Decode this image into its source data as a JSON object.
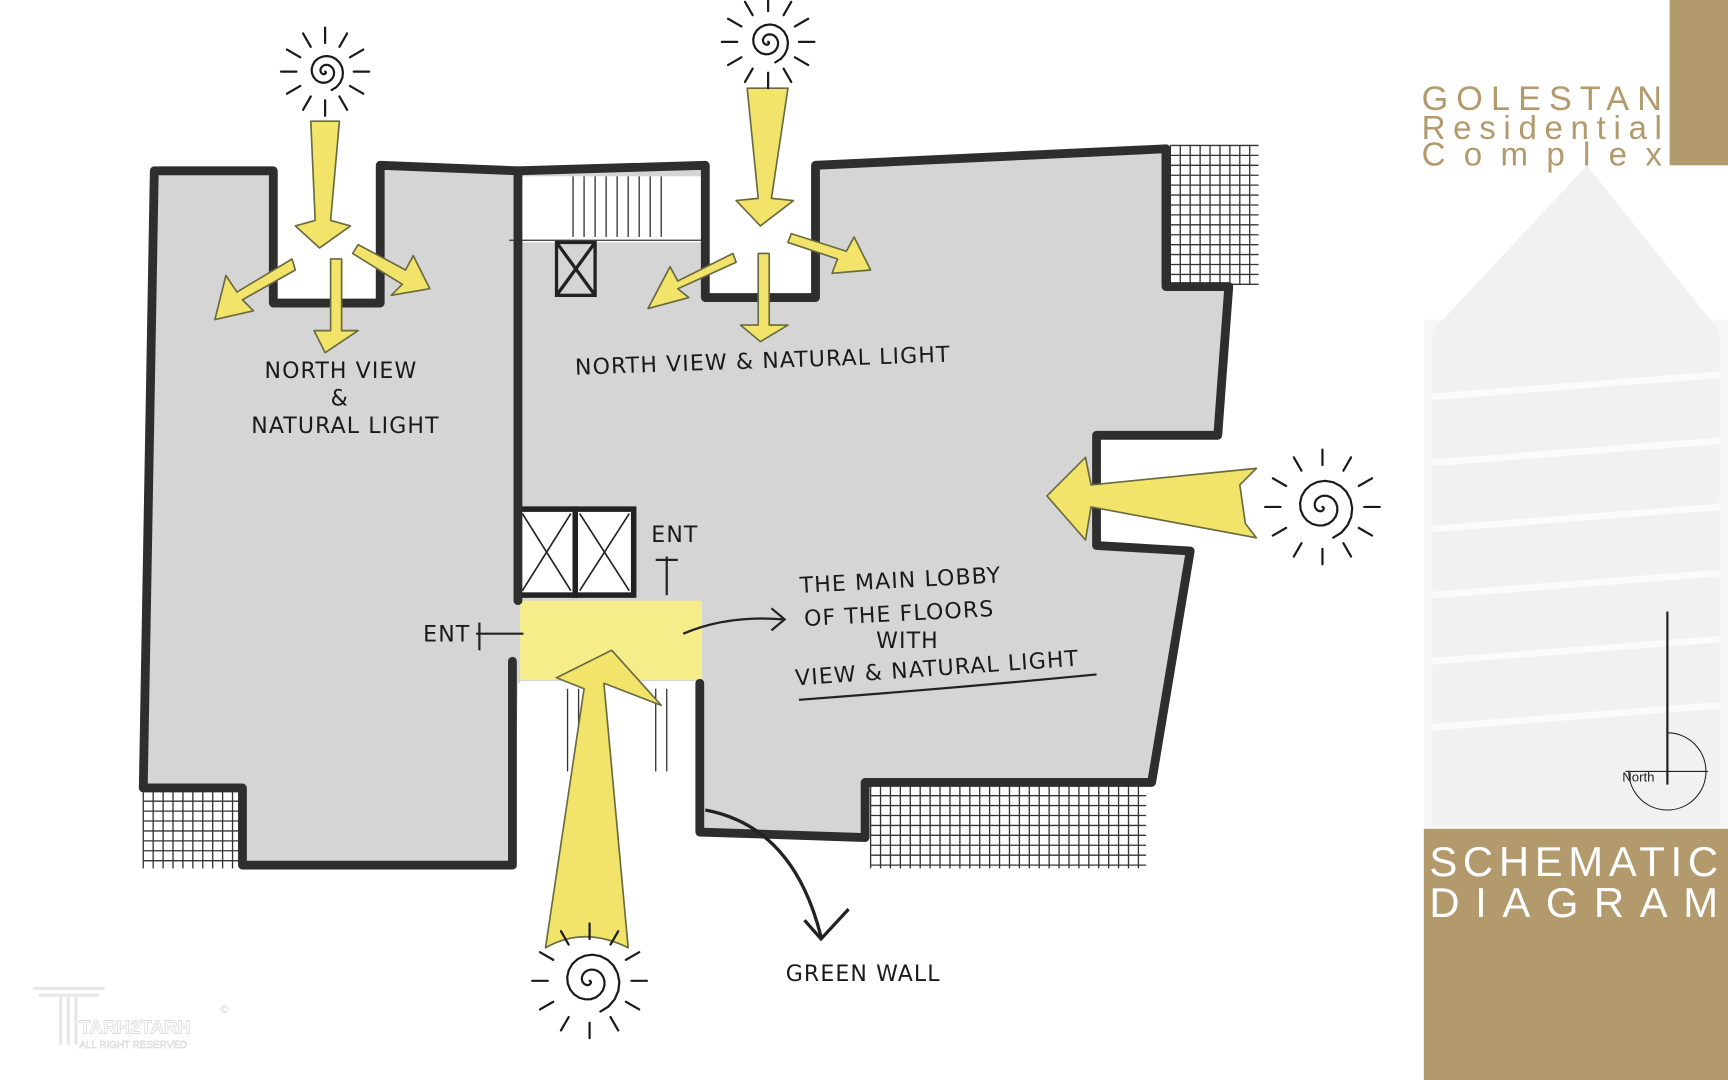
{
  "header": {
    "title_line1": "GOLESTAN",
    "title_line2": "Residential",
    "title_line3": "Complex"
  },
  "footer": {
    "label_line1": "SCHEMATIC",
    "label_line2": "DIAGRAM"
  },
  "north_label": "North",
  "annotations": {
    "left_wing_line1": "NORTH VIEW",
    "left_wing_line2": "&",
    "left_wing_line3": "NATURAL LIGHT",
    "right_wing": "NORTH VIEW & NATURAL LIGHT",
    "ent_top": "ENT",
    "ent_left": "ENT",
    "lobby_line1": "THE MAIN LOBBY",
    "lobby_line2": "OF THE FLOORS",
    "lobby_line3": "WITH",
    "lobby_line4": "VIEW & NATURAL LIGHT",
    "green_wall": "GREEN WALL"
  },
  "logo": {
    "name": "TARH2TARH",
    "tagline": "ALL RIGHT RESERVED",
    "mark": "©"
  },
  "colors": {
    "gold": "#b39a6c",
    "floor": "#d5d5d5",
    "light": "#f2e36a",
    "wall": "#2e2e2e"
  }
}
